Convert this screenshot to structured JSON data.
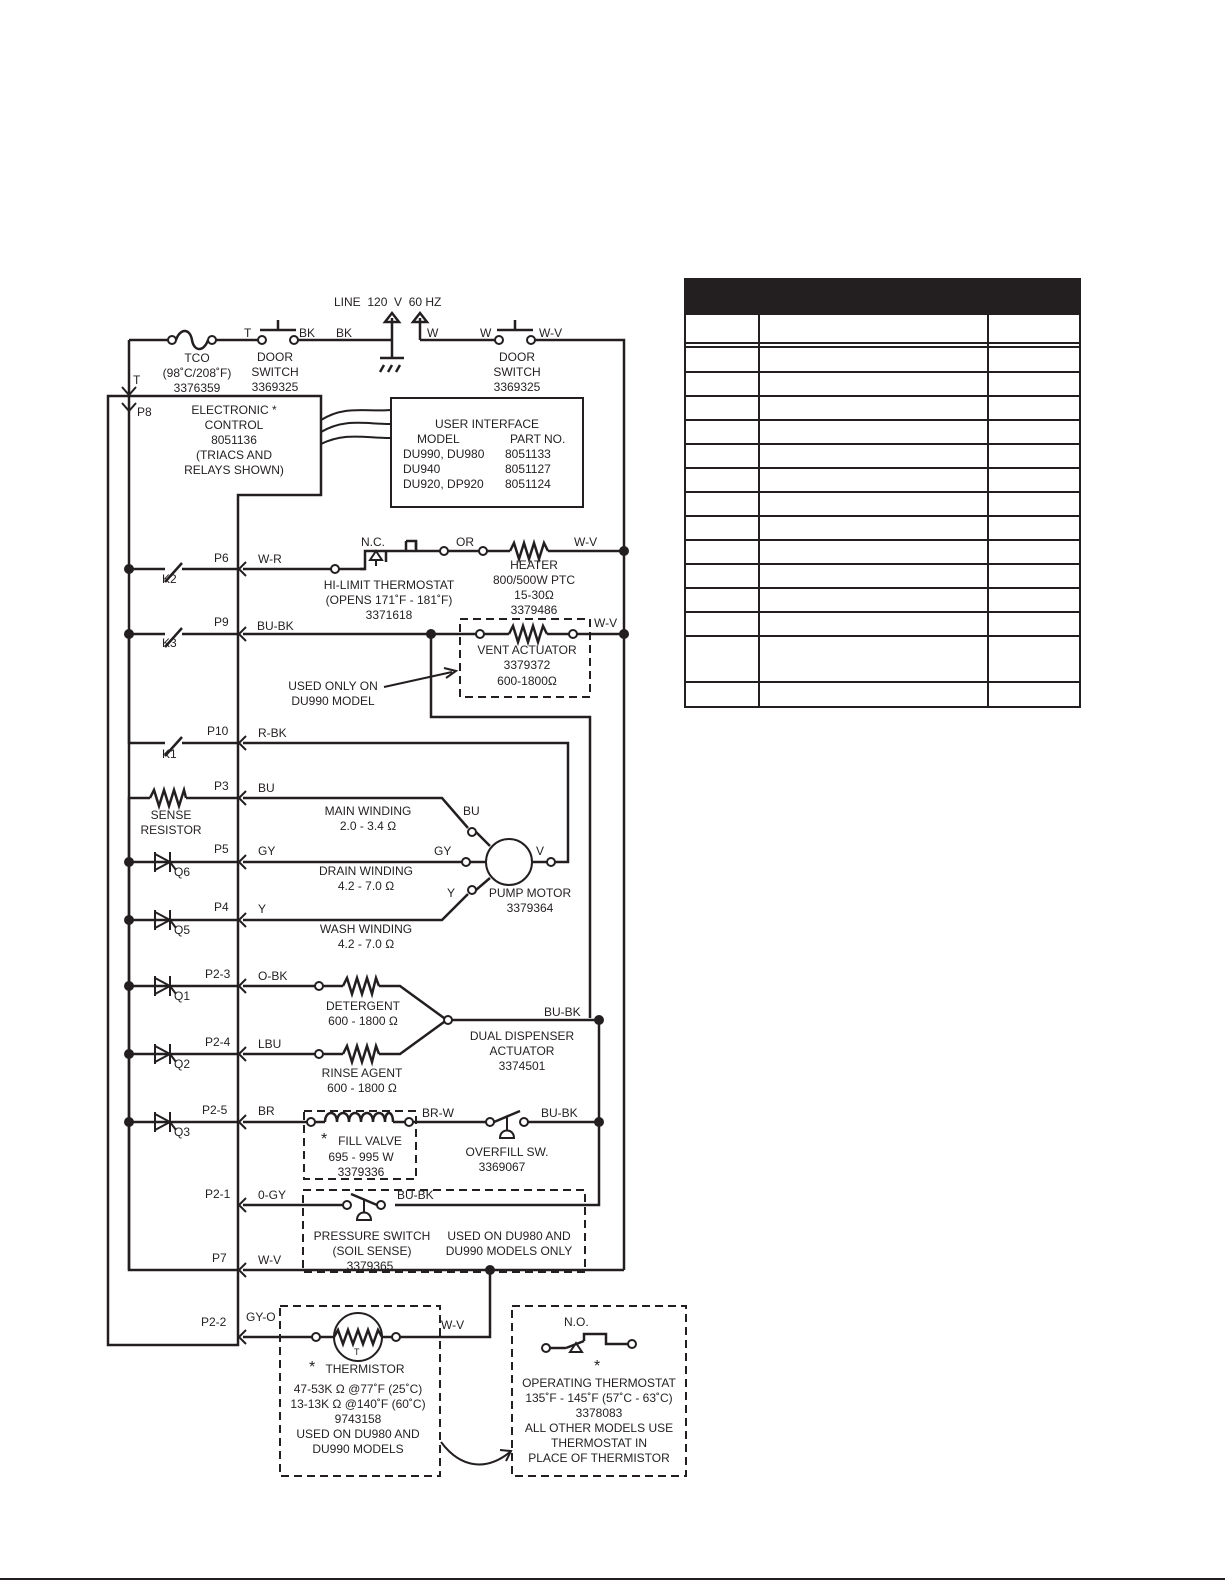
{
  "colors": {
    "ink": "#231f20",
    "paper": "#ffffff"
  },
  "header": {
    "line": "LINE  120  V  60 HZ"
  },
  "tco": {
    "line1": "TCO",
    "line2": "(98˚C/208˚F)",
    "line3": "3376359",
    "pin": "T"
  },
  "door_left": {
    "line1": "DOOR",
    "line2": "SWITCH",
    "line3": "3369325",
    "t": "T",
    "bk": "BK"
  },
  "door_right": {
    "line1": "DOOR",
    "line2": "SWITCH",
    "line3": "3369325",
    "w": "W",
    "wv": "W-V"
  },
  "line_labels": {
    "bk": "BK",
    "w": "W"
  },
  "control": {
    "line1": "ELECTRONIC *",
    "line2": "CONTROL",
    "line3": "8051136",
    "line4": "(TRIACS AND",
    "line5": "RELAYS SHOWN)",
    "p8": "P8"
  },
  "ui": {
    "title": "USER INTERFACE",
    "col_model": "MODEL",
    "col_part": "PART NO.",
    "rows": [
      {
        "model": "DU990, DU980",
        "part": "8051133"
      },
      {
        "model": "DU940",
        "part": "8051127"
      },
      {
        "model": "DU920, DP920",
        "part": "8051124"
      }
    ]
  },
  "relays": {
    "k2": "K2",
    "k3": "K3",
    "k1": "K1"
  },
  "pins": {
    "p6": "P6",
    "p9": "P9",
    "p10": "P10",
    "p3": "P3",
    "p5": "P5",
    "p4": "P4",
    "p2_3": "P2-3",
    "p2_4": "P2-4",
    "p2_5": "P2-5",
    "p2_1": "P2-1",
    "p7": "P7",
    "p2_2": "P2-2"
  },
  "wires": {
    "wr": "W-R",
    "nc": "N.C.",
    "or": "OR",
    "wv_heater": "W-V",
    "bubk": "BU-BK",
    "wv_vent": "W-V",
    "rbk": "R-BK",
    "bu": "BU",
    "bu_motor": "BU",
    "gy": "GY",
    "gy_motor": "GY",
    "v": "V",
    "y": "Y",
    "y_motor": "Y",
    "obk": "O-BK",
    "lbu": "LBU",
    "bubk_disp": "BU-BK",
    "br": "BR",
    "brw": "BR-W",
    "bubk_over": "BU-BK",
    "ogy": "0-GY",
    "bubk_press": "BU-BK",
    "wv_p7": "W-V",
    "gyo": "GY-O",
    "wv_therm": "W-V",
    "no": "N.O."
  },
  "hilimit": {
    "line1": "HI-LIMIT THERMOSTAT",
    "line2": "(OPENS 171˚F - 181˚F)",
    "line3": "3371618"
  },
  "heater": {
    "line1": "HEATER",
    "line2": "800/500W PTC",
    "line3": "15-30Ω",
    "line4": "3379486"
  },
  "vent": {
    "line1": "VENT ACTUATOR",
    "line2": "3379372",
    "line3": "600-1800Ω"
  },
  "vent_note": {
    "line1": "USED ONLY ON",
    "line2": "DU990 MODEL"
  },
  "sense": {
    "line1": "SENSE",
    "line2": "RESISTOR"
  },
  "main_winding": {
    "line1": "MAIN WINDING",
    "line2": "2.0 - 3.4 Ω"
  },
  "drain_winding": {
    "line1": "DRAIN WINDING",
    "line2": "4.2 - 7.0 Ω"
  },
  "wash_winding": {
    "line1": "WASH WINDING",
    "line2": "4.2 - 7.0 Ω"
  },
  "pump": {
    "line1": "PUMP MOTOR",
    "line2": "3379364"
  },
  "triacs": {
    "q6": "Q6",
    "q5": "Q5",
    "q1": "Q1",
    "q2": "Q2",
    "q3": "Q3"
  },
  "detergent": {
    "line1": "DETERGENT",
    "line2": "600 - 1800 Ω"
  },
  "rinse": {
    "line1": "RINSE AGENT",
    "line2": "600 - 1800 Ω"
  },
  "dispenser": {
    "line1": "DUAL DISPENSER",
    "line2": "ACTUATOR",
    "line3": "3374501"
  },
  "fill": {
    "star": "*",
    "line1": "FILL VALVE",
    "line2": "695 - 995 W",
    "line3": "3379336"
  },
  "overfill": {
    "line1": "OVERFILL SW.",
    "line2": "3369067"
  },
  "pressure": {
    "line1": "PRESSURE SWITCH",
    "line2": "(SOIL SENSE)",
    "line3": "3379365",
    "note1": "USED ON DU980 AND",
    "note2": "DU990 MODELS ONLY"
  },
  "thermistor": {
    "star": "*",
    "title": "THERMISTOR",
    "t": "T",
    "line1": "47-53K Ω @77˚F (25˚C)",
    "line2": "13-13K Ω @140˚F (60˚C)",
    "line3": "9743158",
    "line4": "USED ON DU980 AND",
    "line5": "DU990 MODELS"
  },
  "op_thermostat": {
    "star": "*",
    "line1": "OPERATING THERMOSTAT",
    "line2": "135˚F - 145˚F (57˚C - 63˚C)",
    "line3": "3378083",
    "line4": "ALL OTHER MODELS  USE",
    "line5": "THERMOSTAT IN",
    "line6": "PLACE OF THERMISTOR"
  }
}
